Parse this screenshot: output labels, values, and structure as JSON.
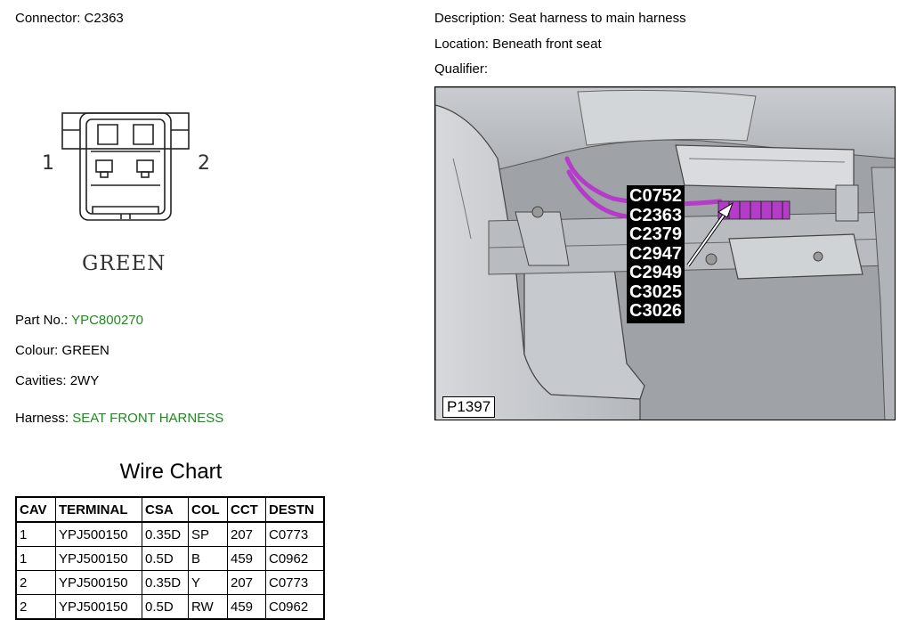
{
  "connector": {
    "label": "Connector:",
    "value": "C2363",
    "pin_left": "1",
    "pin_right": "2",
    "color_caption": "GREEN"
  },
  "description": {
    "label": "Description:",
    "value": "Seat harness to main harness"
  },
  "location": {
    "label": "Location:",
    "value": "Beneath front seat"
  },
  "qualifier": {
    "label": "Qualifier:",
    "value": ""
  },
  "part": {
    "label": "Part No.:",
    "value": "YPC800270"
  },
  "colour": {
    "label": "Colour:",
    "value": "GREEN"
  },
  "cavities": {
    "label": "Cavities:",
    "value": "2WY"
  },
  "harness": {
    "label": "Harness:",
    "value": "SEAT FRONT HARNESS"
  },
  "colors": {
    "link_green": "#1f8a1f",
    "wire_magenta": "#b43cc8"
  },
  "wire_chart": {
    "title": "Wire Chart",
    "headers": [
      "CAV",
      "TERMINAL",
      "CSA",
      "COL",
      "CCT",
      "DESTN"
    ],
    "rows": [
      [
        "1",
        "YPJ500150",
        "0.35D",
        "SP",
        "207",
        "C0773"
      ],
      [
        "1",
        "YPJ500150",
        "0.5D",
        "B",
        "459",
        "C0962"
      ],
      [
        "2",
        "YPJ500150",
        "0.35D",
        "Y",
        "207",
        "C0773"
      ],
      [
        "2",
        "YPJ500150",
        "0.5D",
        "RW",
        "459",
        "C0962"
      ]
    ]
  },
  "photo": {
    "callout_connectors": [
      "C0752",
      "C2363",
      "C2379",
      "C2947",
      "C2949",
      "C3025",
      "C3026"
    ],
    "reference": "P1397"
  }
}
